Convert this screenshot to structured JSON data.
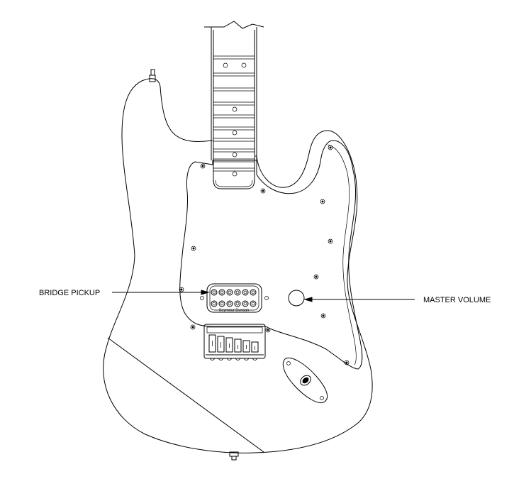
{
  "callouts": {
    "bridge_pickup": "BRIDGE PICKUP",
    "master_volume": "MASTER VOLUME"
  },
  "pickup_brand": "Seymour Duncan",
  "colors": {
    "line": "#000000",
    "background": "#ffffff"
  }
}
